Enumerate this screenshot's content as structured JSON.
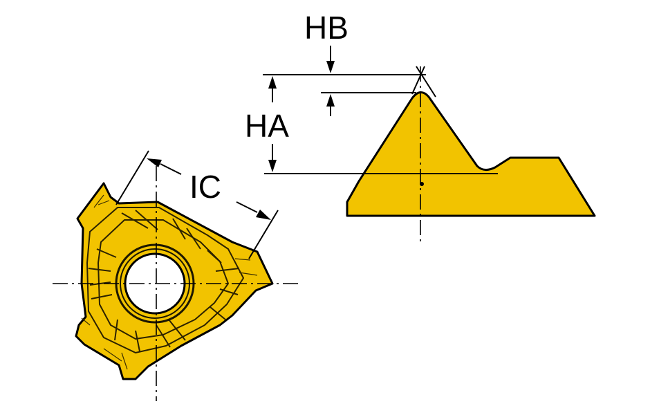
{
  "labels": {
    "ic": "IC",
    "ha": "HA",
    "hb": "HB"
  },
  "colors": {
    "insert_fill": "#f2c300",
    "outline": "#000000",
    "background": "#ffffff"
  }
}
